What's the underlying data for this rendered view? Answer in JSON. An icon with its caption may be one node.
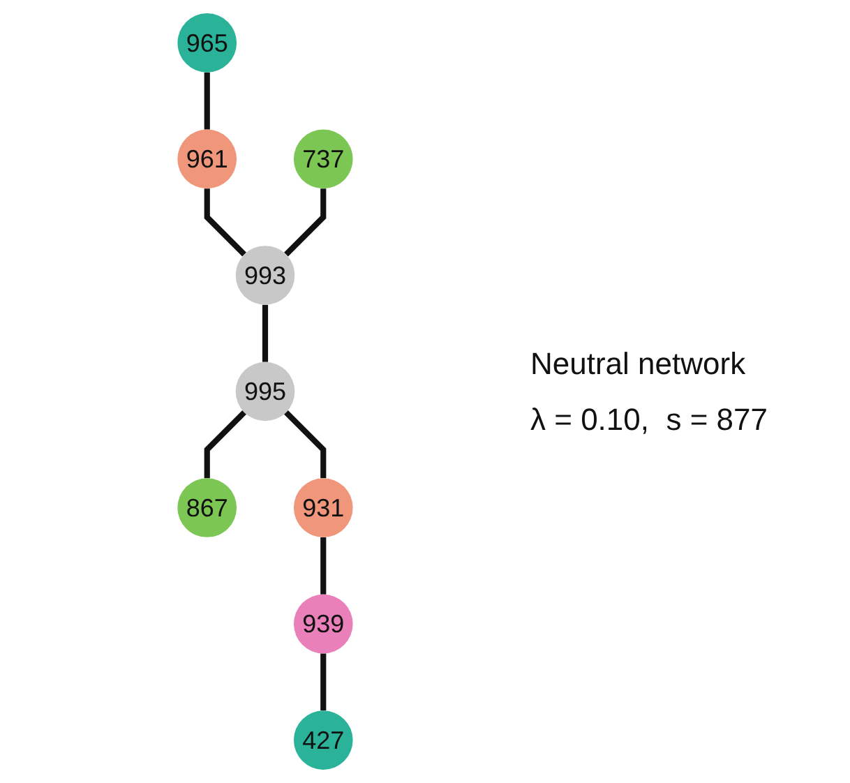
{
  "diagram": {
    "nodes": [
      {
        "text": [
          "965"
        ]
      },
      {
        "text": [
          "961"
        ]
      },
      {
        "text": [
          "737"
        ]
      },
      {
        "text": [
          "993"
        ]
      },
      {
        "text": [
          "995"
        ]
      },
      {
        "text": [
          "867"
        ]
      },
      {
        "text": [
          "931"
        ]
      },
      {
        "text": [
          "939"
        ]
      },
      {
        "text": [
          "427"
        ]
      }
    ],
    "edges": [
      {
        "from": 0,
        "to": 1,
        "arrow": "none"
      },
      {
        "from": 1,
        "to": 3,
        "arrow": "none"
      },
      {
        "from": 2,
        "to": 3,
        "arrow": "none"
      },
      {
        "from": 3,
        "to": 4,
        "arrow": "none"
      },
      {
        "from": 4,
        "to": 5,
        "arrow": "none"
      },
      {
        "from": 4,
        "to": 6,
        "arrow": "none"
      },
      {
        "from": 6,
        "to": 7,
        "arrow": "none"
      },
      {
        "from": 7,
        "to": 8,
        "arrow": "none"
      }
    ],
    "labels": [
      "Neutral network",
      "λ = 0.10,  s = 877"
    ]
  }
}
